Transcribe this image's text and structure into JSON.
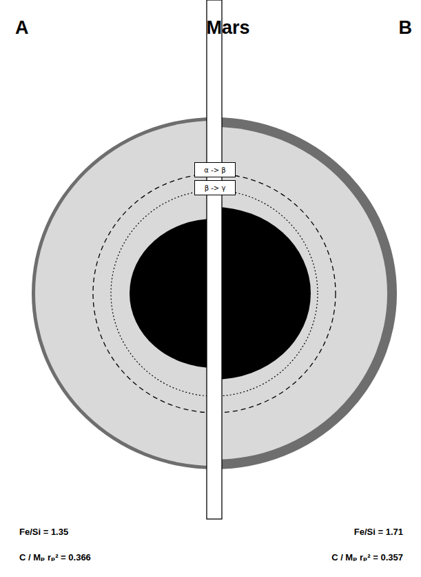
{
  "diagram": {
    "title": "Mars",
    "nodes": [
      {
        "text": [
          "α -> β"
        ]
      },
      {
        "text": [
          "β -> γ"
        ]
      }
    ],
    "labels": [
      "A",
      "B",
      "Fe/Si = 1.35",
      "C / Mₚ rₚ² = 0.366",
      "Fe/Si = 1.71",
      "C / Mₚ rₚ² = 0.357"
    ]
  }
}
